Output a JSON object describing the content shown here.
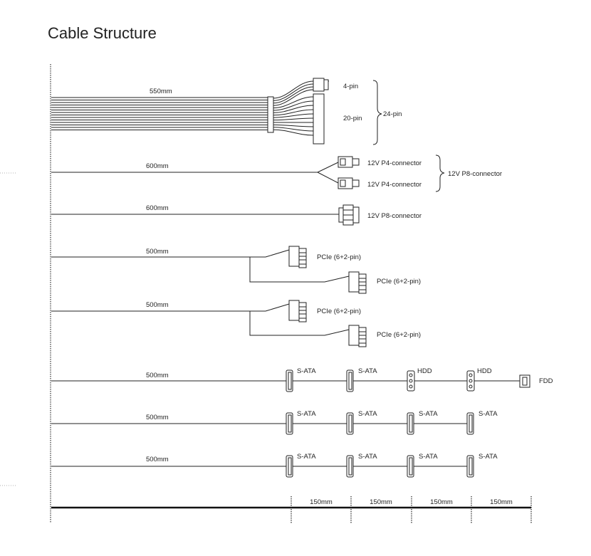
{
  "title": "Cable Structure",
  "cables": [
    {
      "length": "550mm",
      "connectors": [
        {
          "label": "4-pin"
        },
        {
          "label": "20-pin"
        }
      ],
      "group_label": "24-pin"
    },
    {
      "length": "600mm",
      "connectors": [
        {
          "label": "12V P4-connector"
        },
        {
          "label": "12V P4-connector"
        }
      ],
      "group_label": "12V P8-connector"
    },
    {
      "length": "600mm",
      "connectors": [
        {
          "label": "12V P8-connector"
        }
      ]
    },
    {
      "length": "500mm",
      "connectors": [
        {
          "label": "PCIe (6+2-pin)"
        },
        {
          "label": "PCIe (6+2-pin)"
        }
      ]
    },
    {
      "length": "500mm",
      "connectors": [
        {
          "label": "PCIe (6+2-pin)"
        },
        {
          "label": "PCIe (6+2-pin)"
        }
      ]
    },
    {
      "length": "500mm",
      "connectors": [
        {
          "label": "S-ATA"
        },
        {
          "label": "S-ATA"
        },
        {
          "label": "HDD"
        },
        {
          "label": "HDD"
        },
        {
          "label": "FDD"
        }
      ]
    },
    {
      "length": "500mm",
      "connectors": [
        {
          "label": "S-ATA"
        },
        {
          "label": "S-ATA"
        },
        {
          "label": "S-ATA"
        },
        {
          "label": "S-ATA"
        }
      ]
    },
    {
      "length": "500mm",
      "connectors": [
        {
          "label": "S-ATA"
        },
        {
          "label": "S-ATA"
        },
        {
          "label": "S-ATA"
        },
        {
          "label": "S-ATA"
        }
      ]
    }
  ],
  "scale": {
    "segments": [
      "150mm",
      "150mm",
      "150mm",
      "150mm"
    ]
  }
}
